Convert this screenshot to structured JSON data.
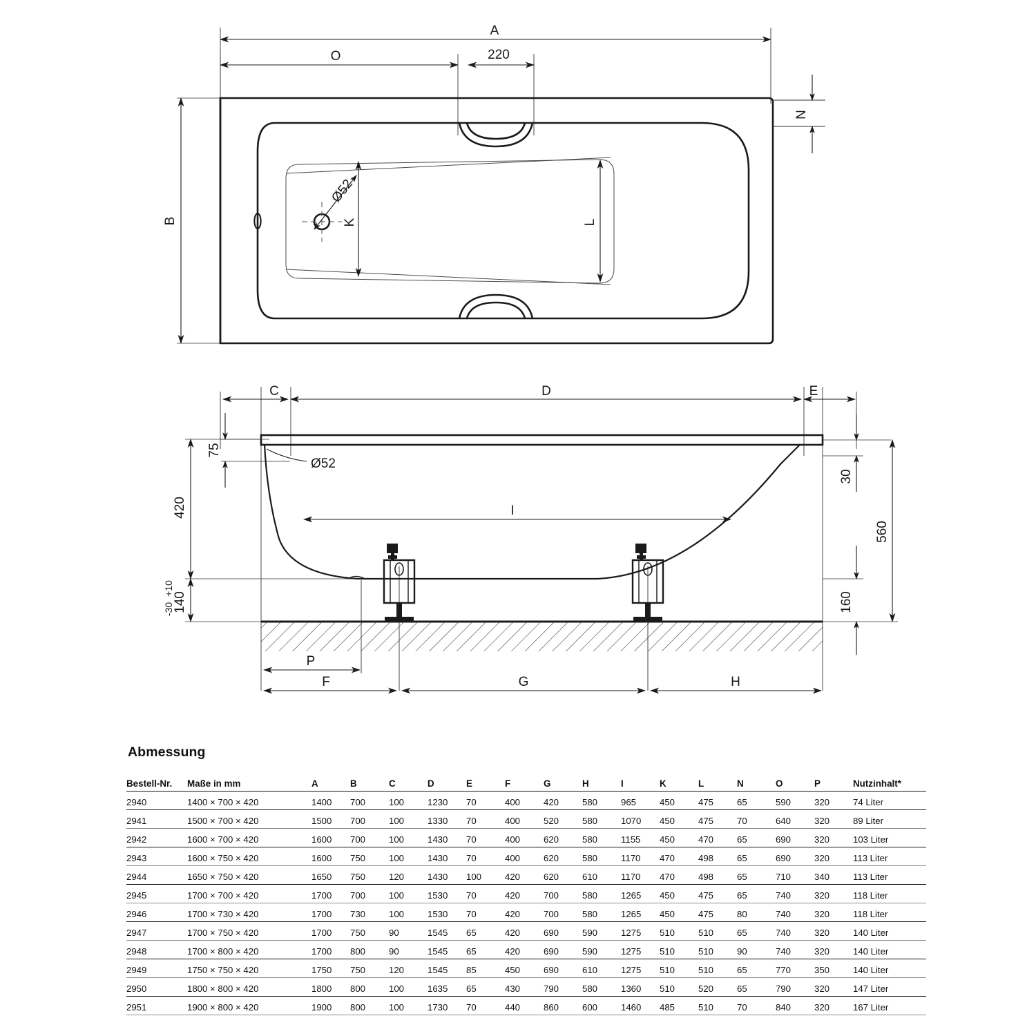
{
  "drawing": {
    "plan_view": {
      "labels": {
        "A": "A",
        "B": "B",
        "O": "O",
        "N": "N",
        "K": "K",
        "L": "L",
        "dim_220": "220",
        "drain_dia": "Ø52"
      }
    },
    "section_view": {
      "labels": {
        "C": "C",
        "D": "D",
        "E": "E",
        "F": "F",
        "G": "G",
        "H": "H",
        "I": "I",
        "P": "P",
        "overflow_dia": "Ø52",
        "dim_75": "75",
        "dim_420": "420",
        "dim_140": "140",
        "dim_tolerance": "+10\n-30",
        "dim_tolerance_plus": "+10",
        "dim_tolerance_minus": "-30",
        "dim_30": "30",
        "dim_160": "160",
        "dim_560": "560"
      }
    }
  },
  "table": {
    "title": "Abmessung",
    "headers": [
      "Bestell-Nr.",
      "Maße in mm",
      "A",
      "B",
      "C",
      "D",
      "E",
      "F",
      "G",
      "H",
      "I",
      "K",
      "L",
      "N",
      "O",
      "P",
      "Nutzinhalt*"
    ],
    "rows": [
      [
        "2940",
        "1400 × 700 × 420",
        "1400",
        "700",
        "100",
        "1230",
        "70",
        "400",
        "420",
        "580",
        "965",
        "450",
        "475",
        "65",
        "590",
        "320",
        "74 Liter"
      ],
      [
        "2941",
        "1500 × 700 × 420",
        "1500",
        "700",
        "100",
        "1330",
        "70",
        "400",
        "520",
        "580",
        "1070",
        "450",
        "475",
        "70",
        "640",
        "320",
        "89 Liter"
      ],
      [
        "2942",
        "1600 × 700 × 420",
        "1600",
        "700",
        "100",
        "1430",
        "70",
        "400",
        "620",
        "580",
        "1155",
        "450",
        "470",
        "65",
        "690",
        "320",
        "103 Liter"
      ],
      [
        "2943",
        "1600 × 750 × 420",
        "1600",
        "750",
        "100",
        "1430",
        "70",
        "400",
        "620",
        "580",
        "1170",
        "470",
        "498",
        "65",
        "690",
        "320",
        "113 Liter"
      ],
      [
        "2944",
        "1650 × 750 × 420",
        "1650",
        "750",
        "120",
        "1430",
        "100",
        "420",
        "620",
        "610",
        "1170",
        "470",
        "498",
        "65",
        "710",
        "340",
        "113 Liter"
      ],
      [
        "2945",
        "1700 × 700 × 420",
        "1700",
        "700",
        "100",
        "1530",
        "70",
        "420",
        "700",
        "580",
        "1265",
        "450",
        "475",
        "65",
        "740",
        "320",
        "118 Liter"
      ],
      [
        "2946",
        "1700 × 730 × 420",
        "1700",
        "730",
        "100",
        "1530",
        "70",
        "420",
        "700",
        "580",
        "1265",
        "450",
        "475",
        "80",
        "740",
        "320",
        "118 Liter"
      ],
      [
        "2947",
        "1700 × 750 × 420",
        "1700",
        "750",
        "90",
        "1545",
        "65",
        "420",
        "690",
        "590",
        "1275",
        "510",
        "510",
        "65",
        "740",
        "320",
        "140 Liter"
      ],
      [
        "2948",
        "1700 × 800 × 420",
        "1700",
        "800",
        "90",
        "1545",
        "65",
        "420",
        "690",
        "590",
        "1275",
        "510",
        "510",
        "90",
        "740",
        "320",
        "140 Liter"
      ],
      [
        "2949",
        "1750 × 750 × 420",
        "1750",
        "750",
        "120",
        "1545",
        "85",
        "450",
        "690",
        "610",
        "1275",
        "510",
        "510",
        "65",
        "770",
        "350",
        "140 Liter"
      ],
      [
        "2950",
        "1800 × 800 × 420",
        "1800",
        "800",
        "100",
        "1635",
        "65",
        "430",
        "790",
        "580",
        "1360",
        "510",
        "520",
        "65",
        "790",
        "320",
        "147 Liter"
      ],
      [
        "2951",
        "1900 × 800 × 420",
        "1900",
        "800",
        "100",
        "1730",
        "70",
        "440",
        "860",
        "600",
        "1460",
        "485",
        "510",
        "70",
        "840",
        "320",
        "167 Liter"
      ]
    ]
  },
  "colors": {
    "line": "#1a1a1a",
    "thin_line": "#333333",
    "rule_primary": "#111111",
    "rule_alt": "#8a8a8a",
    "background": "#ffffff"
  }
}
